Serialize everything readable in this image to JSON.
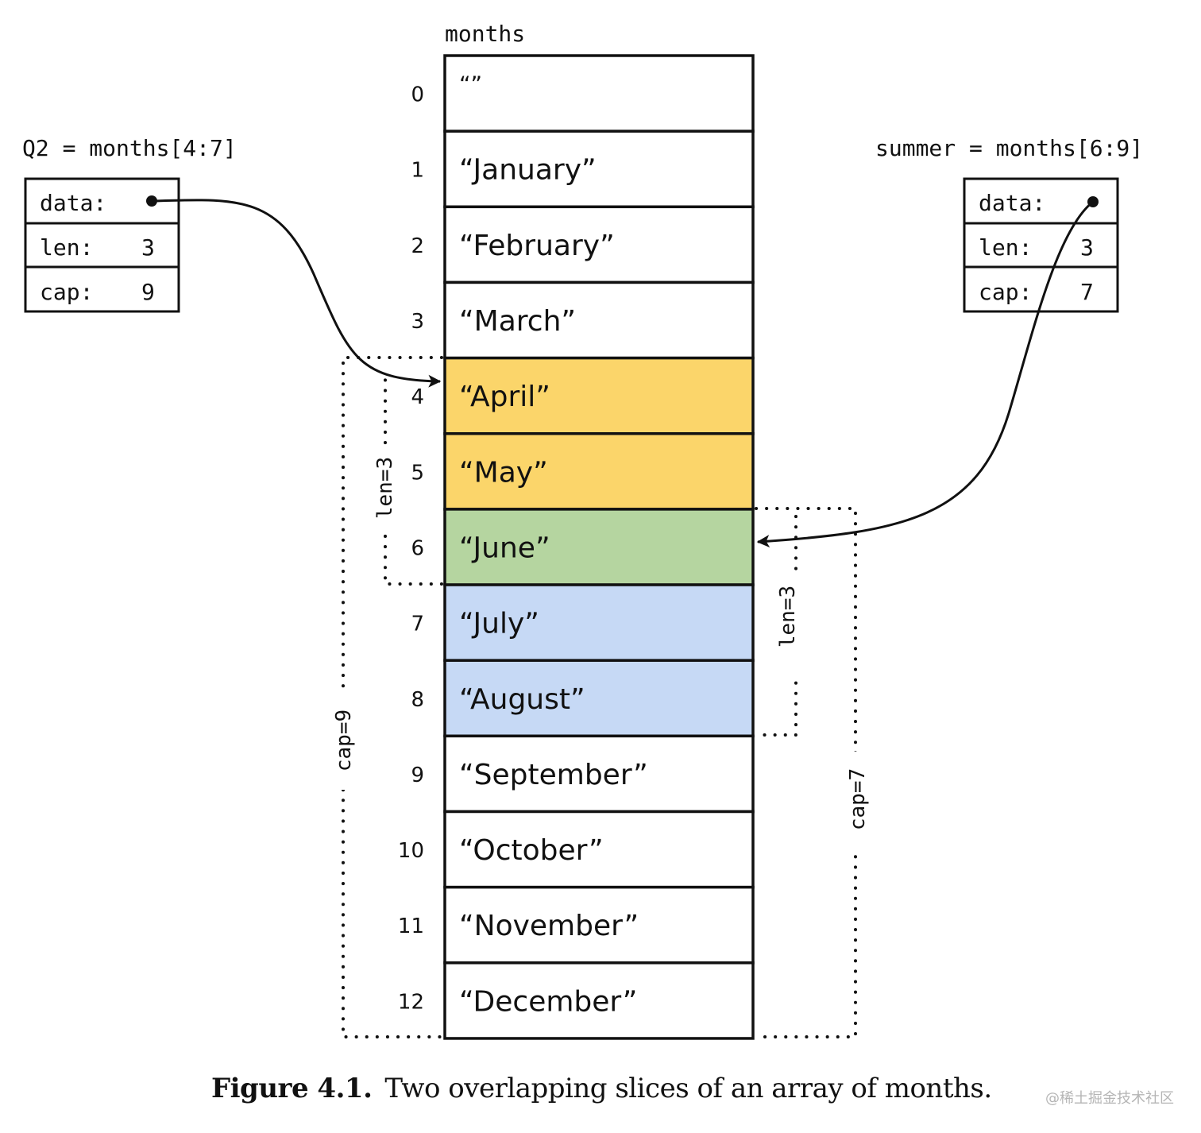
{
  "array": {
    "name": "months",
    "items": [
      {
        "index": "0",
        "value": "“”",
        "color": "#ffffff"
      },
      {
        "index": "1",
        "value": "“January”",
        "color": "#ffffff"
      },
      {
        "index": "2",
        "value": "“February”",
        "color": "#ffffff"
      },
      {
        "index": "3",
        "value": "“March”",
        "color": "#ffffff"
      },
      {
        "index": "4",
        "value": "“April”",
        "color": "#fbd56a"
      },
      {
        "index": "5",
        "value": "“May”",
        "color": "#fbd56a"
      },
      {
        "index": "6",
        "value": "“June”",
        "color": "#b5d5a0"
      },
      {
        "index": "7",
        "value": "“July”",
        "color": "#c6d9f5"
      },
      {
        "index": "8",
        "value": "“August”",
        "color": "#c6d9f5"
      },
      {
        "index": "9",
        "value": "“September”",
        "color": "#ffffff"
      },
      {
        "index": "10",
        "value": "“October”",
        "color": "#ffffff"
      },
      {
        "index": "11",
        "value": "“November”",
        "color": "#ffffff"
      },
      {
        "index": "12",
        "value": "“December”",
        "color": "#ffffff"
      }
    ]
  },
  "slices": {
    "q2": {
      "title": "Q2 = months[4:7]",
      "data_label": "data:",
      "len_label": "len:",
      "len_value": "3",
      "cap_label": "cap:",
      "cap_value": "9",
      "len_bracket": "len=3",
      "cap_bracket": "cap=9"
    },
    "summer": {
      "title": "summer = months[6:9]",
      "data_label": "data:",
      "len_label": "len:",
      "len_value": "3",
      "cap_label": "cap:",
      "cap_value": "7",
      "len_bracket": "len=3",
      "cap_bracket": "cap=7"
    }
  },
  "caption": {
    "figure": "Figure 4.1.",
    "text": "Two overlapping slices of an array of months."
  },
  "watermark": "@稀土掘金技术社区"
}
